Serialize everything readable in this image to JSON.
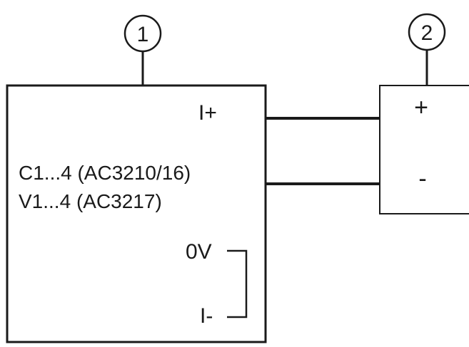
{
  "callouts": {
    "module": "1",
    "sensor": "2"
  },
  "module": {
    "terminal_plus": "I+",
    "channel_line_1": "C1...4 (AC3210/16)",
    "channel_line_2": "V1...4 (AC3217)",
    "terminal_0v": "0V",
    "terminal_minus": "I-"
  },
  "sensor": {
    "terminal_plus": "+",
    "terminal_minus": "-"
  },
  "colors": {
    "line": "#1a1a1a",
    "background": "#ffffff"
  }
}
